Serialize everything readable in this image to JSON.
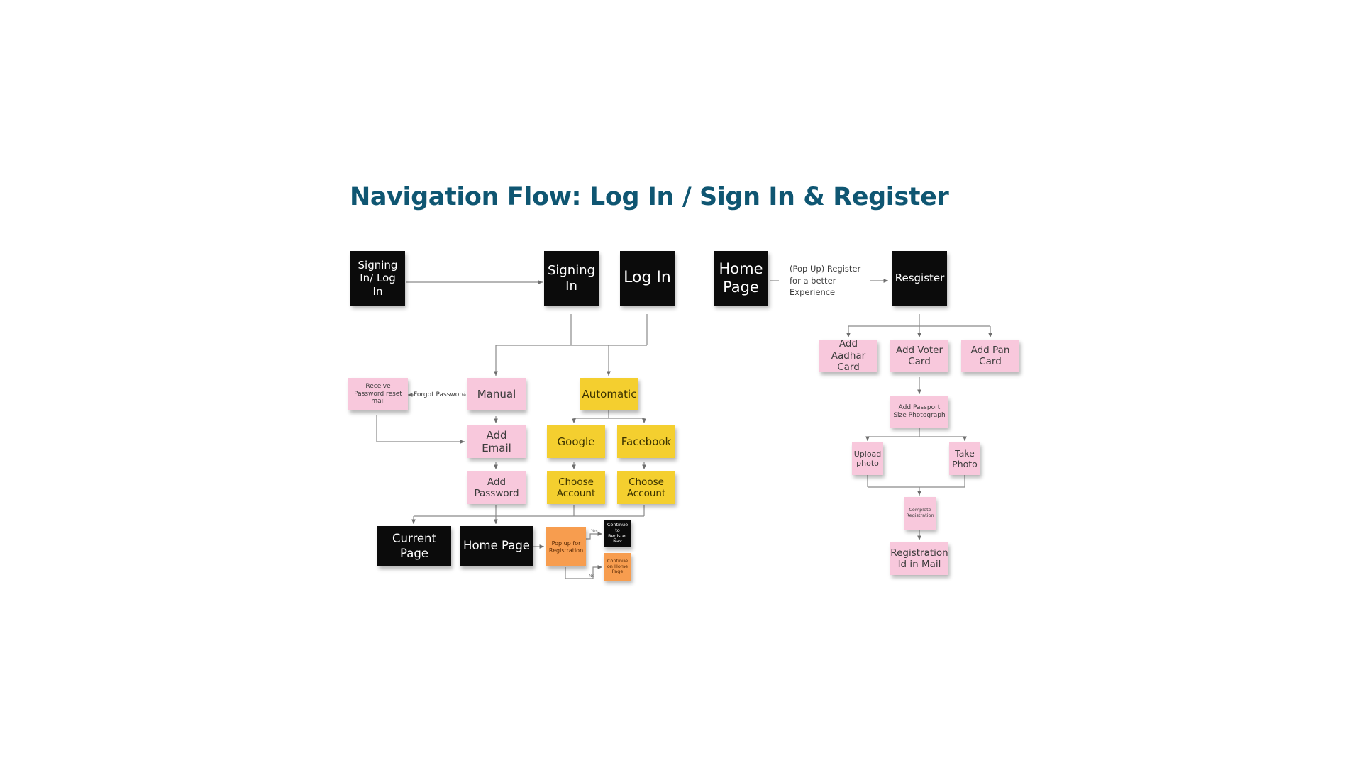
{
  "title": "Navigation Flow: Log In / Sign In & Register",
  "colors": {
    "title": "#0f5672",
    "black_note": "#0b0b0b",
    "pink_note": "#f8c8dc",
    "yellow_note": "#f4cf2f",
    "orange_note": "#f79d4f",
    "connector": "#8a8a8a"
  },
  "nodes": {
    "signing_log_in": "Signing In/ Log In",
    "signing_in": "Signing In",
    "log_in": "Log In",
    "home_page_top": "Home Page",
    "register": "Resgister",
    "manual": "Manual",
    "automatic": "Automatic",
    "receive_reset": "Receive Password reset mail",
    "add_email": "Add Email",
    "add_password": "Add Password",
    "google": "Google",
    "facebook": "Facebook",
    "choose_account_google": "Choose Account",
    "choose_account_facebook": "Choose Account",
    "current_page": "Current Page",
    "home_page_bottom": "Home Page",
    "popup_registration": "Pop up for Registration",
    "continue_register": "Continue to Register Nav",
    "continue_home": "Continue on Home Page",
    "add_aadhar": "Add Aadhar Card",
    "add_voter": "Add Voter Card",
    "add_pan": "Add Pan Card",
    "add_passport_photo": "Add Passport Size Photograph",
    "upload_photo": "Upload photo",
    "take_photo": "Take Photo",
    "complete_registration": "Complete Registration",
    "registration_id_mail": "Registration Id in Mail"
  },
  "edge_labels": {
    "popup_register": "(Pop Up) Register for a better Experience",
    "forgot_password": "Forgot Password",
    "yes": "Yes",
    "no": "No"
  }
}
